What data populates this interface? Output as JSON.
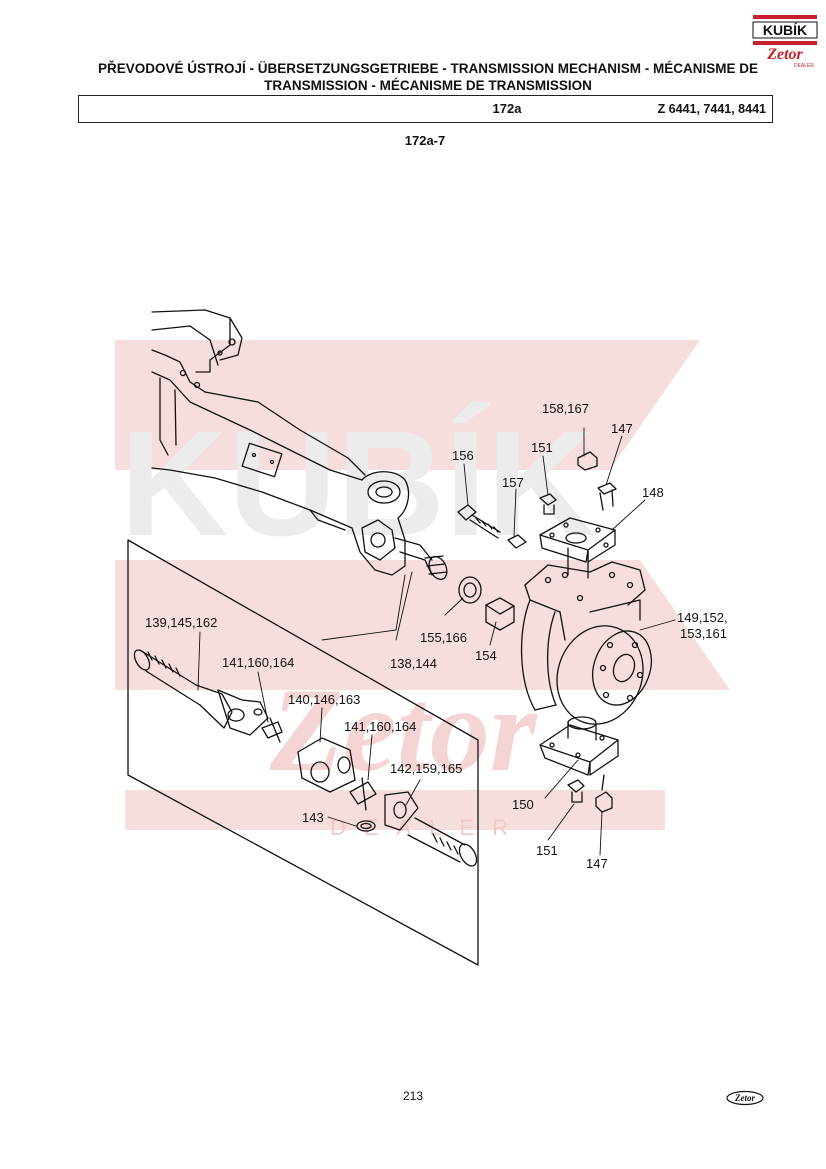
{
  "header": {
    "title_line1": "PŘEVODOVÉ ÚSTROJÍ - ÜBERSETZUNGSGETRIEBE - TRANSMISSION MECHANISM - MÉCANISME DE",
    "title_line2": "TRANSMISSION - MÉCANISME DE TRANSMISSION",
    "section_code": "172a",
    "models": "Z 6441, 7441, 8441",
    "figure_id": "172a-7"
  },
  "logo": {
    "text": "KUBÍK",
    "brand": "Zetor",
    "subtext": "DEALER"
  },
  "watermark": {
    "text": "KUBÍK",
    "brand": "Zetor",
    "subtext": "DEALER"
  },
  "callouts": [
    "158,167",
    "147",
    "151",
    "156",
    "157",
    "148",
    "149,152,",
    "153,161",
    "139,145,162",
    "155,166",
    "154",
    "141,160,164",
    "138,144",
    "140,146,163",
    "141,160,164",
    "142,159,165",
    "143",
    "150",
    "151",
    "147"
  ],
  "footer": {
    "page_number": "213",
    "brand": "Zetor"
  },
  "colors": {
    "watermark": "#f6d9d9",
    "logo_red": "#c8202a",
    "ink": "#111111"
  }
}
